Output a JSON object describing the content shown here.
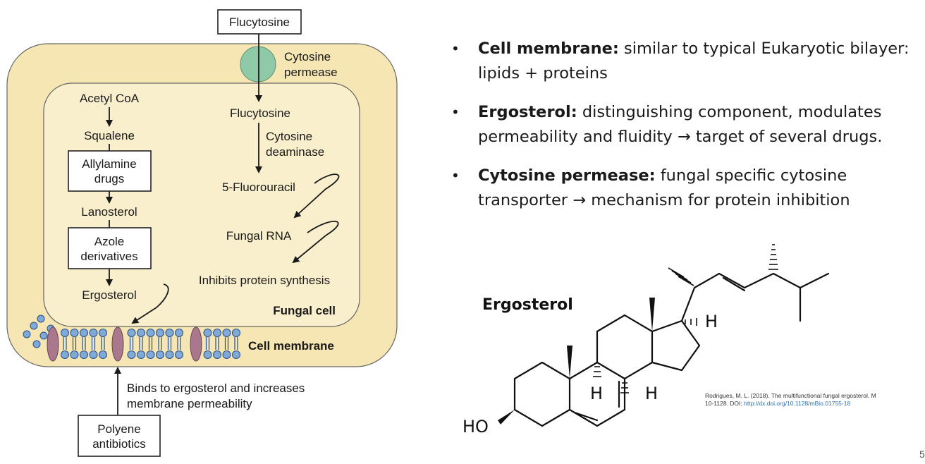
{
  "diagram": {
    "top_box": "Flucytosine",
    "permease_label": [
      "Cytosine",
      "permease"
    ],
    "pathway_left": {
      "acetyl": "Acetyl CoA",
      "squalene": "Squalene",
      "allylamine": [
        "Allylamine",
        "drugs"
      ],
      "lanosterol": "Lanosterol",
      "azole": [
        "Azole",
        "derivatives"
      ],
      "ergosterol": "Ergosterol"
    },
    "pathway_right": {
      "flucytosine": "Flucytosine",
      "deaminase": [
        "Cytosine",
        "deaminase"
      ],
      "fluorouracil": "5-Fluorouracil",
      "fungal_rna": "Fungal RNA",
      "inhibits": "Inhibits protein synthesis"
    },
    "fungal_cell_label": "Fungal cell",
    "membrane_label": "Cell membrane",
    "binds_text": [
      "Binds to ergosterol and increases",
      "membrane permeability"
    ],
    "polyene": [
      "Polyene",
      "antibiotics"
    ],
    "colors": {
      "cell_fill": "#f5e6b3",
      "cell_stroke": "#595959",
      "permease": "#8fc9a8",
      "lipid_head": "#7fa9d6",
      "protein": "#a9788c"
    }
  },
  "bullets": [
    {
      "bold": "Cell membrane:",
      "text": " similar to typical Eukaryotic bilayer: lipids + proteins"
    },
    {
      "bold": "Ergosterol:",
      "text": " distinguishing component, modulates permeability and fluidity → target of several drugs."
    },
    {
      "bold": "Cytosine permease:",
      "text": " fungal specific cytosine transporter → mechanism for protein inhibition"
    }
  ],
  "structure": {
    "title": "Ergosterol",
    "ho": "HO",
    "h_label": "H"
  },
  "citation": {
    "line1": "Rodrigues, M. L. (2018). The multifunctional fungal ergosterol. M",
    "line2_prefix": "10-1128. DOI: ",
    "doi": "http://dx.doi.org/10.1128/mBio.01755-18"
  },
  "page_number": "5"
}
